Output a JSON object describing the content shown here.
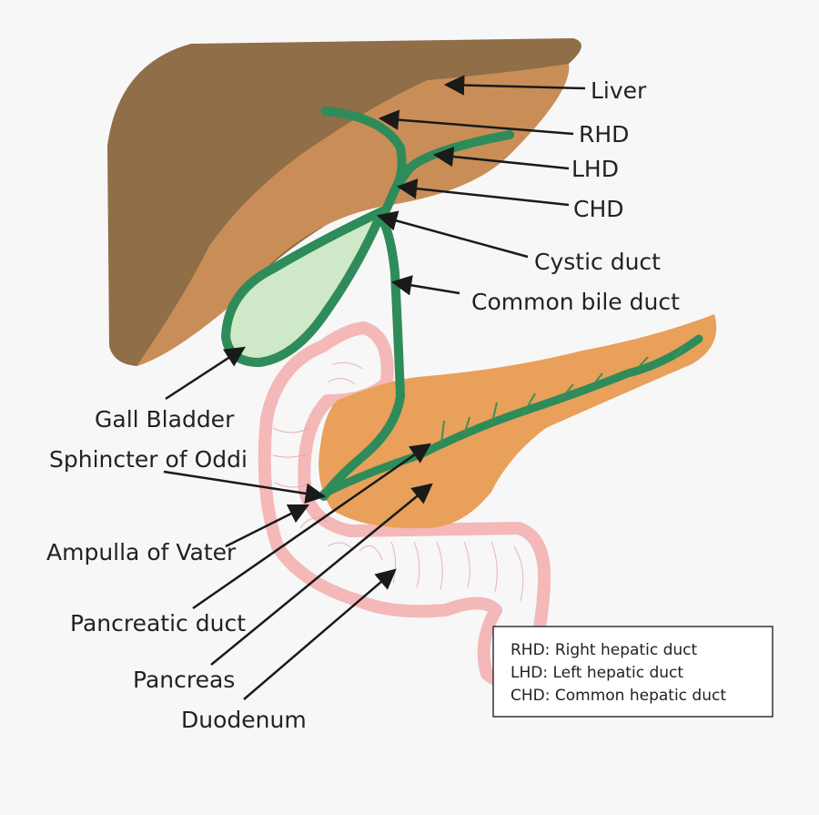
{
  "labels": {
    "liver": "Liver",
    "rhd": "RHD",
    "lhd": "LHD",
    "chd": "CHD",
    "cystic_duct": "Cystic duct",
    "common_bile_duct": "Common bile duct",
    "gall_bladder": "Gall Bladder",
    "sphincter_of_oddi": "Sphincter of Oddi",
    "ampulla_of_vater": "Ampulla of Vater",
    "pancreatic_duct": "Pancreatic duct",
    "pancreas": "Pancreas",
    "duodenum": "Duodenum"
  },
  "legend": {
    "items": [
      "RHD: Right hepatic duct",
      "LHD: Left hepatic duct",
      "CHD: Common hepatic duct"
    ]
  },
  "colors": {
    "liver_dark": "#8f6e48",
    "liver_light": "#c98e57",
    "duct_green": "#2e8b5a",
    "gallbladder_fill": "#cfe8c8",
    "pancreas": "#e8a05a",
    "duodenum_outline": "#f4b8b8",
    "label_text": "#222222"
  }
}
